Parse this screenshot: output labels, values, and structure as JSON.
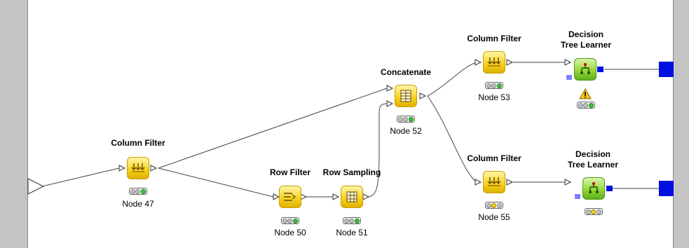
{
  "nodes": {
    "n47": {
      "title": "Column Filter",
      "label": "Node 47",
      "icon": "column-filter-icon",
      "status": "green"
    },
    "n50": {
      "title": "Row Filter",
      "label": "Node 50",
      "icon": "row-filter-icon",
      "status": "green"
    },
    "n51": {
      "title": "Row Sampling",
      "label": "Node 51",
      "icon": "row-sampling-icon",
      "status": "green"
    },
    "n52": {
      "title": "Concatenate",
      "label": "Node 52",
      "icon": "concatenate-icon",
      "status": "green"
    },
    "n53": {
      "title": "Column Filter",
      "label": "Node 53",
      "icon": "column-filter-icon",
      "status": "green"
    },
    "n55": {
      "title": "Column Filter",
      "label": "Node 55",
      "icon": "column-filter-icon",
      "status": "yellow"
    },
    "dt1": {
      "title_line1": "Decision",
      "title_line2": "Tree Learner",
      "icon": "decision-tree-icon",
      "status": "green",
      "warning": "warning-icon"
    },
    "dt2": {
      "title_line1": "Decision",
      "title_line2": "Tree Learner",
      "icon": "decision-tree-icon",
      "status": "yellow"
    }
  },
  "colors": {
    "port_blue": "#0010e0",
    "model_port": "#8080ff",
    "wire": "#444444"
  }
}
